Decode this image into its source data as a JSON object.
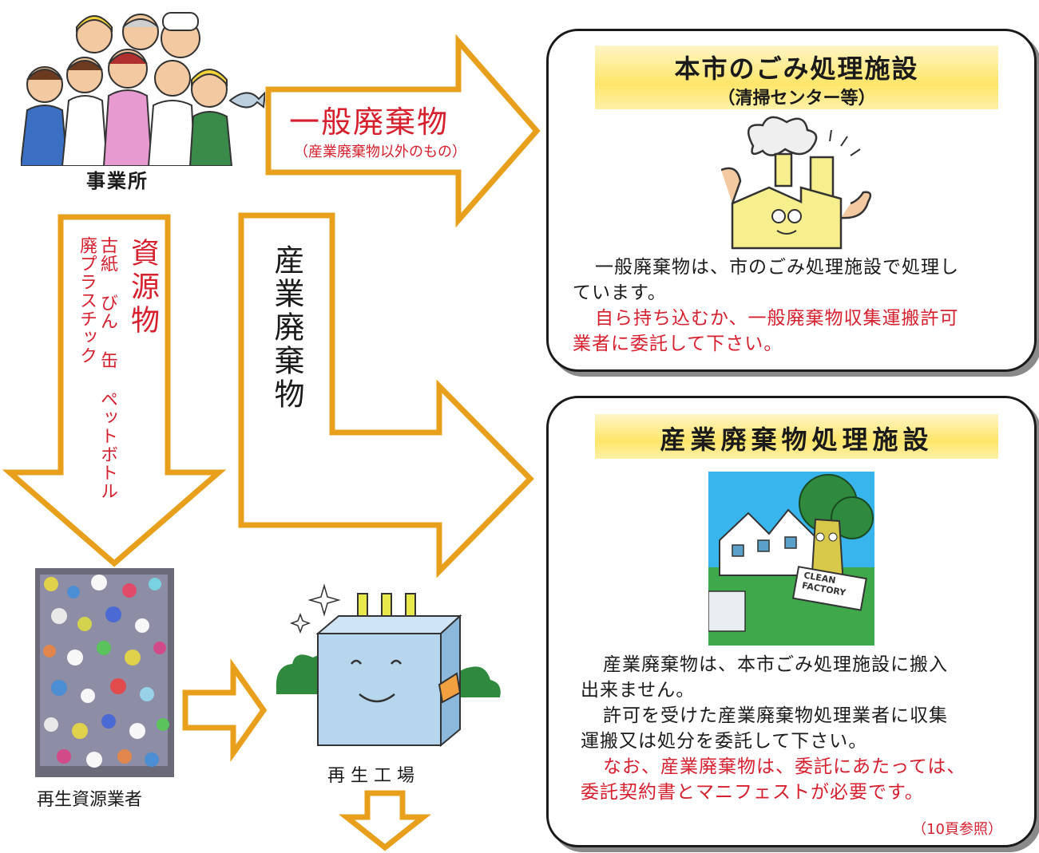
{
  "office": {
    "label": "事業所"
  },
  "flows": {
    "general_waste": {
      "label": "一般廃棄物",
      "note": "（産業廃棄物以外のもの）"
    },
    "resources": {
      "label": "資源物",
      "items_line1": "古紙 びん 缶 ペットボトル",
      "items_line2": "廃プラスチック"
    },
    "industrial_waste": {
      "label": "産業廃棄物"
    }
  },
  "city_facility": {
    "title": "本市のごみ処理施設",
    "subtitle": "（清掃センター等）",
    "text1_line1": "一般廃棄物は、市のごみ処理施設で処理し",
    "text1_line2": "ています。",
    "text2_line1": "自ら持ち込むか、一般廃棄物収集運搬許可",
    "text2_line2": "業者に委託して下さい。"
  },
  "industrial_facility": {
    "title": "産業廃棄物処理施設",
    "sign_line1": "CLEAN",
    "sign_line2": "FACTORY",
    "text1_line1": "産業廃棄物は、本市ごみ処理施設に搬入",
    "text1_line2": "出来ません。",
    "text2_line1": "許可を受けた産業廃棄物処理業者に収集",
    "text2_line2": "運搬又は処分を委託して下さい。",
    "text3_line1": "なお、産業廃棄物は、委託にあたっては、",
    "text3_line2": "委託契約書とマニフェストが必要です。",
    "reference": "（10頁参照）"
  },
  "recycler": {
    "label": "再生資源業者"
  },
  "factory": {
    "label": "再 生 工 場"
  },
  "colors": {
    "arrow_stroke": "#e8a01c",
    "red_text": "#d6202e",
    "title_bg": "#ffe66a"
  }
}
